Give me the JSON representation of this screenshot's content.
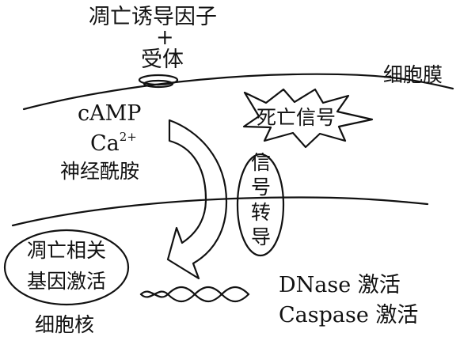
{
  "inducer": {
    "line1": "凋亡诱导因子",
    "plus": "+",
    "line2": "受体"
  },
  "cell_membrane_label": "细胞膜",
  "death_signal_label": "死亡信号",
  "second_messengers": {
    "camp": "cAMP",
    "calcium_base": "Ca",
    "calcium_charge": "2+",
    "neuroamide": "神经酰胺"
  },
  "signal_transduction_chars": [
    "信",
    "号",
    "转",
    "导"
  ],
  "apoptosis_genes": {
    "line1": "凋亡相关",
    "line2": "基因激活"
  },
  "enzymes": {
    "dnase": "DNase 激活",
    "caspase": "Caspase 激活"
  },
  "nucleus_label": "细胞核"
}
